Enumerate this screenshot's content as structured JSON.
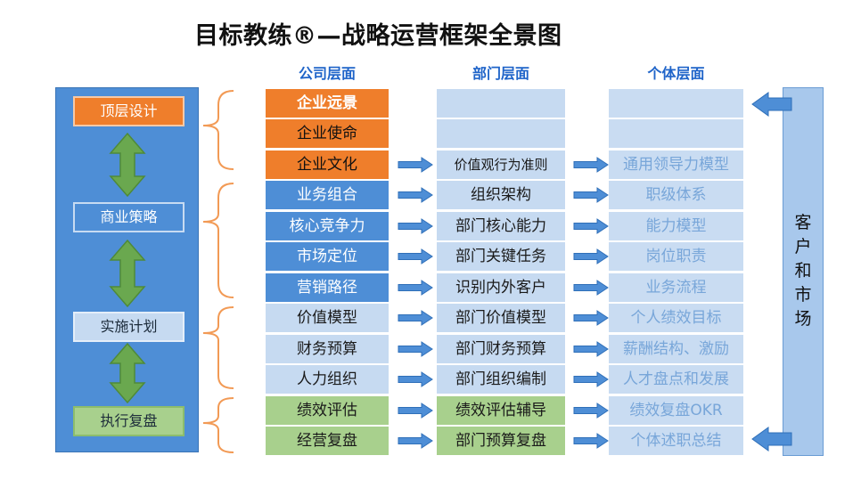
{
  "title": "目标教练®—战略运营框架全景图",
  "columns": {
    "company": "公司层面",
    "department": "部门层面",
    "individual": "个体层面"
  },
  "stages": [
    "顶层设计",
    "商业策略",
    "实施计划",
    "执行复盘"
  ],
  "right_label": "客\n户\n和\n市\n场",
  "company_items": [
    "企业远景",
    "企业使命",
    "企业文化",
    "业务组合",
    "核心竞争力",
    "市场定位",
    "营销路径",
    "价值模型",
    "财务预算",
    "人力组织",
    "绩效评估",
    "经营复盘"
  ],
  "department_items": [
    "",
    "",
    "价值观行为准则",
    "组织架构",
    "部门核心能力",
    "部门关键任务",
    "识别内外客户",
    "部门价值模型",
    "部门财务预算",
    "部门组织编制",
    "绩效评估辅导",
    "部门预算复盘"
  ],
  "individual_items": [
    "",
    "",
    "通用领导力模型",
    "职级体系",
    "能力模型",
    "岗位职责",
    "业务流程",
    "个人绩效目标",
    "薪酬结构、激励",
    "人才盘点和发展",
    "绩效复盘OKR",
    "个体述职总结"
  ],
  "colors": {
    "orange": "#ef7e2b",
    "blue": "#4e8ed6",
    "light_blue": "#c6daf1",
    "green": "#a8d08d",
    "stage_green_arrow": "#6aa84f",
    "heading_blue": "#1f64c9"
  }
}
